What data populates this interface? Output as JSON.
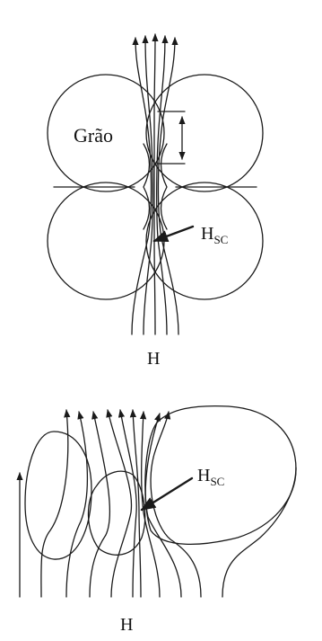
{
  "figure_top": {
    "grain_label": "Grão",
    "hsc_main": "H",
    "hsc_sub": "SC",
    "field_label": "H"
  },
  "figure_bottom": {
    "hsc_main": "H",
    "hsc_sub": "SC",
    "field_label": "H"
  },
  "colors": {
    "ink": "#1a1a1a",
    "background": "#ffffff"
  }
}
